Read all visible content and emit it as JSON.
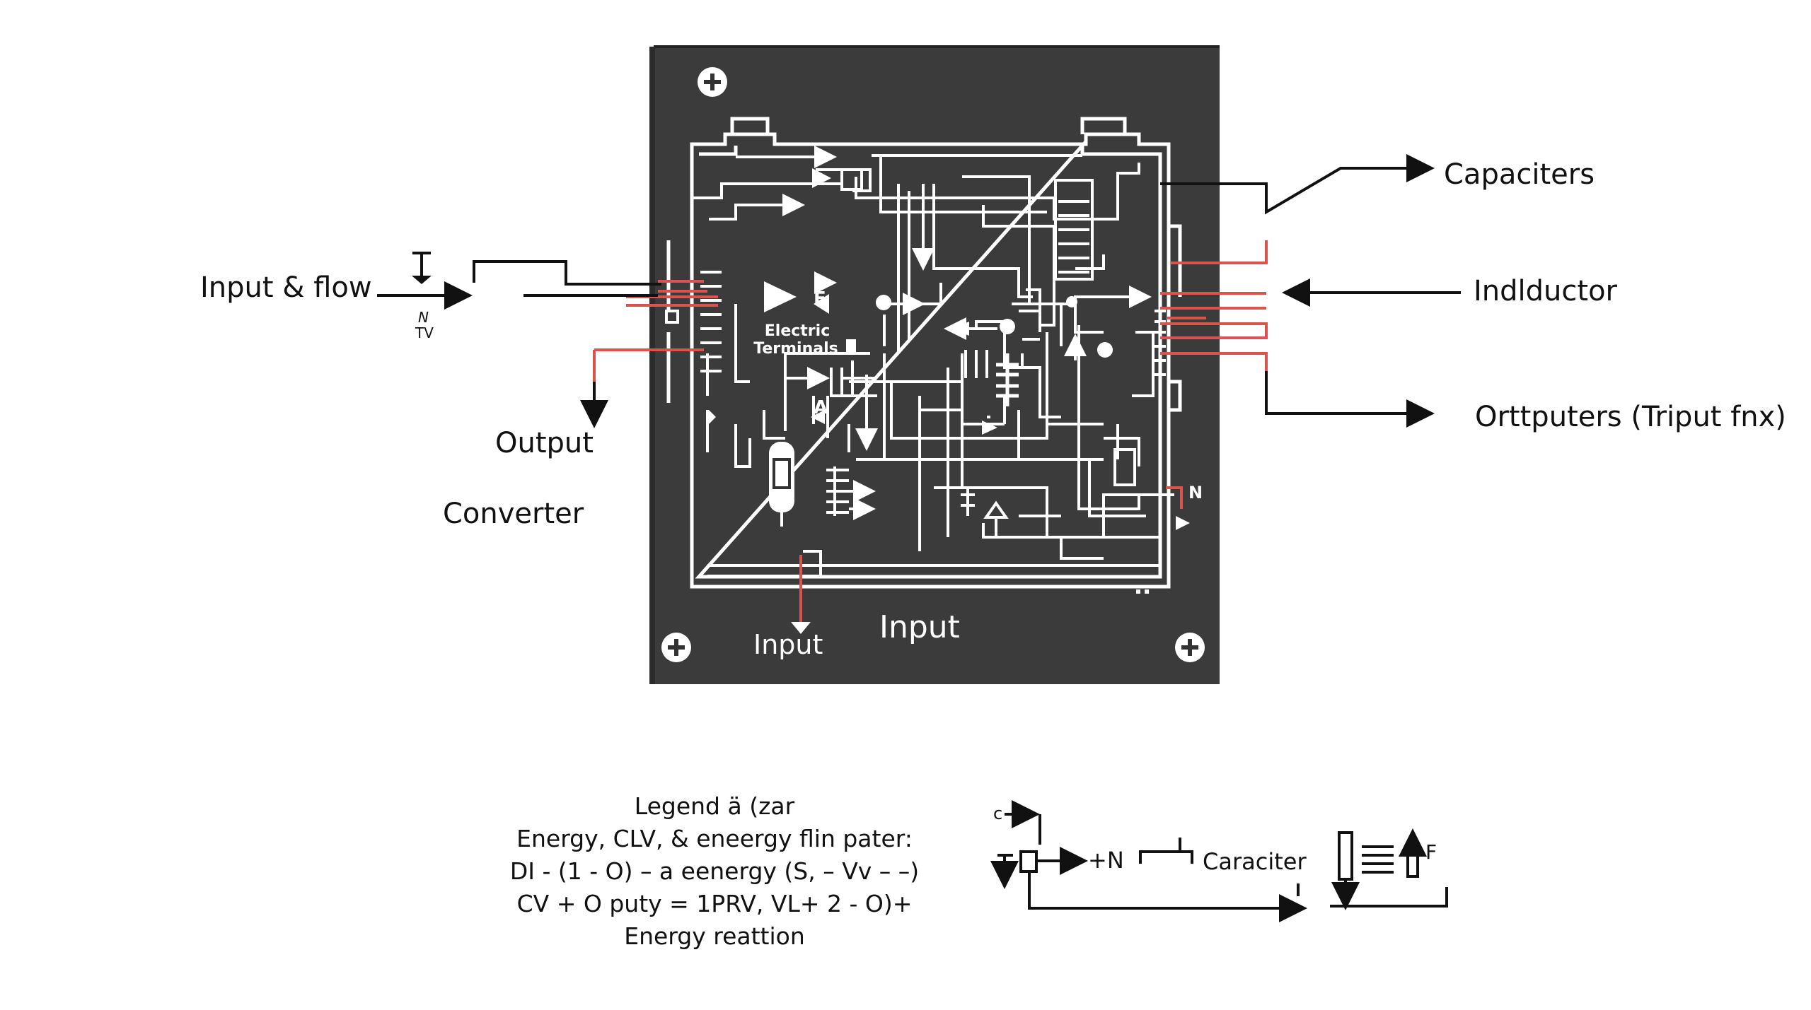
{
  "labels": {
    "input_flow": "Input & flow",
    "input_flow_sub_top": "N",
    "input_flow_sub_bottom": "ΤV",
    "output": "Output",
    "converter": "Converter",
    "capacitors": "Capaciters",
    "inductor": "Indlductor",
    "outputs": "Orttputers (Triput fnx)"
  },
  "board": {
    "terminal_marker": "F",
    "terminal_line1": "Electric",
    "terminal_line2": "Terminals",
    "marker_a": "A",
    "marker_n": "N",
    "input_left": "Input",
    "input_center": "Input"
  },
  "legend": {
    "lines": [
      "Legend ä (zar",
      "Energy, CLV, & eneergy flin pater:",
      "DI - (1 - O) – a eenergy (S, – Vv – –)",
      "CV + O puty = 1PRV, VL+ 2 - O)+",
      "Energy reattion"
    ],
    "symbol_c": "c",
    "symbol_n": "+N",
    "symbol_capacitor": "Caraciter",
    "symbol_f": "F"
  },
  "colors": {
    "board": "#3a3a3a",
    "trace": "#ffffff",
    "accent": "#d9534f",
    "wire": "#111111"
  }
}
